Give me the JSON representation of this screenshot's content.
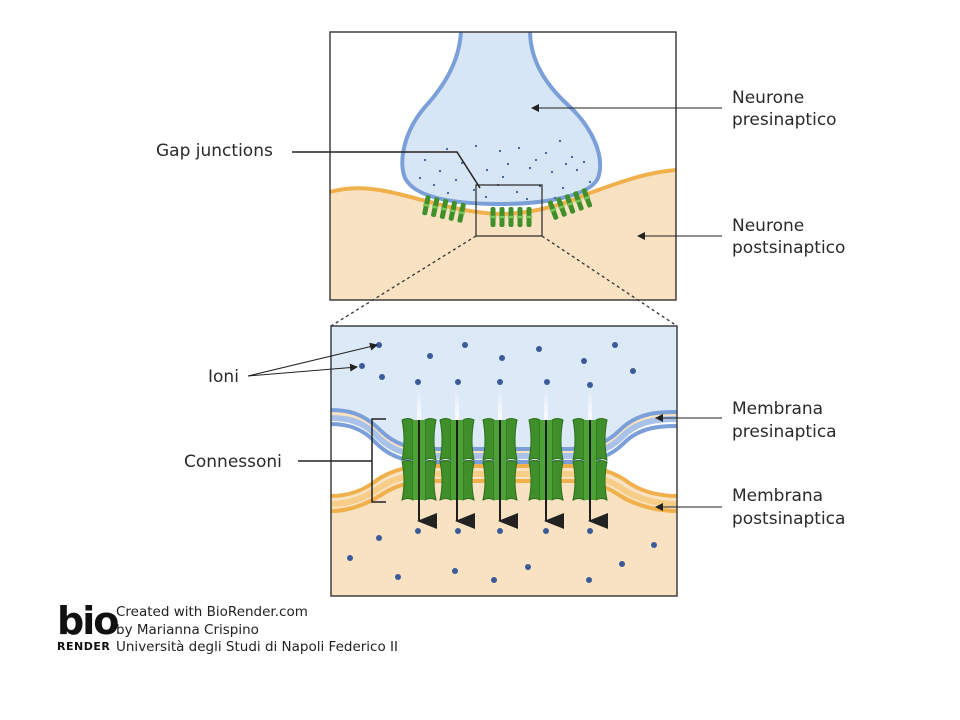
{
  "labels": {
    "neurone_pre": [
      "Neurone",
      "presinaptico"
    ],
    "neurone_post": [
      "Neurone",
      "postsinaptico"
    ],
    "gap_junctions": "Gap junctions",
    "ioni": "Ioni",
    "connessoni": "Connessoni",
    "membrana_pre": [
      "Membrana",
      "presinaptica"
    ],
    "membrana_post": [
      "Membrana",
      "postsinaptica"
    ]
  },
  "credit": {
    "logo_top": "bio",
    "logo_bottom": "RENDER",
    "line1": "Created with BioRender.com",
    "line2": "by Marianna Crispino",
    "line3": "Università degli Studi di Napoli Federico II"
  },
  "colors": {
    "pre_fill": "#d7e6f4",
    "pre_stroke": "#7b9fd9",
    "post_fill": "#f8e2c2",
    "post_stroke": "#f0b04c",
    "channel": "#3f8f2a",
    "ion": "#3a5a9a"
  }
}
